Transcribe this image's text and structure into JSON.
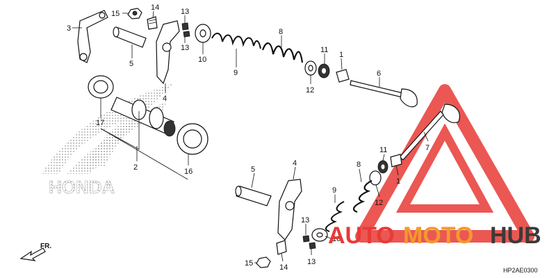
{
  "diagram": {
    "code": "HP2AE0300",
    "front_label": "FR.",
    "brand_text": "HONDA",
    "watermark": {
      "part1": "AUTO",
      "part2": "MOTO",
      "part3": "HUB",
      "color_red": "#e83a36",
      "color_orange": "#f29a2e",
      "color_dark": "#3a3a3a"
    },
    "callouts": {
      "c1a": "1",
      "c1b": "1",
      "c2": "2",
      "c3": "3",
      "c4a": "4",
      "c4b": "4",
      "c5a": "5",
      "c5b": "5",
      "c6": "6",
      "c7": "7",
      "c8a": "8",
      "c8b": "8",
      "c9a": "9",
      "c9b": "9",
      "c10a": "10",
      "c10b": "10",
      "c11a": "11",
      "c11b": "11",
      "c12a": "12",
      "c12b": "12",
      "c13a": "13",
      "c13b": "13",
      "c13c": "13",
      "c13d": "13",
      "c14a": "14",
      "c14b": "14",
      "c15a": "15",
      "c15b": "15",
      "c16": "16",
      "c17": "17"
    }
  }
}
